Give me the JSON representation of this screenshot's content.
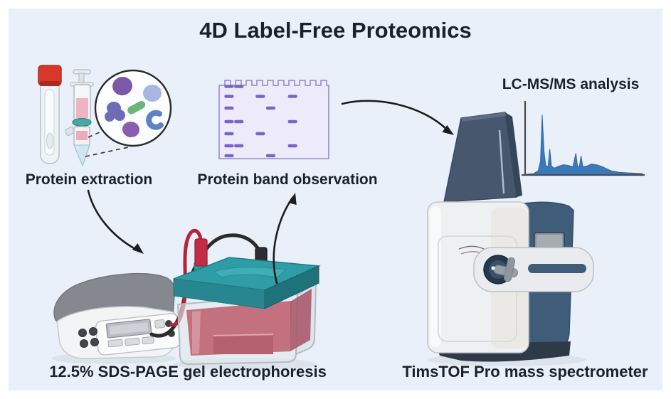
{
  "title": "4D Label-Free Proteomics",
  "labels": {
    "extraction": "Protein extraction",
    "band_observation": "Protein band observation",
    "lcms": "LC-MS/MS analysis",
    "electrophoresis": "12.5% SDS-PAGE gel electrophoresis",
    "spectrometer": "TimsTOF Pro mass spectrometer"
  },
  "colors": {
    "page": "#ffffff",
    "canvas": "#e9f0f9",
    "text": "#1b212c",
    "arrow": "#1d1d1f",
    "gel_background": "#edeaf9",
    "gel_border": "#9383d2",
    "gel_band": "#7a64c8",
    "chromatogram_fill": "#3a7abc",
    "chromatogram_axis": "#4a4a4a",
    "tank_lid": "#2f9da6",
    "tank_liquid": "#c4717f",
    "red_cable": "#b5243c",
    "black_cable": "#2b2b2f",
    "tube_cap_red": "#d8382a",
    "tower_blue": "#47586e",
    "spectrometer_panel_blue": "#3f5c78"
  },
  "illustrations": {
    "extraction": [
      "test-tube",
      "syringe-with-spin-column",
      "protein-close-up-circle"
    ],
    "band_observation": [
      "sds-page-gel-with-bands"
    ],
    "electrophoresis": [
      "power-supply",
      "gel-tank-with-electrodes"
    ],
    "analysis": [
      "chromatogram",
      "timstof-mass-spectrometer"
    ]
  },
  "gel": {
    "lanes_x_pct": [
      9,
      18,
      37.5,
      47,
      67
    ],
    "rows_y_pct": [
      1.5,
      15,
      31,
      49.5,
      66,
      82.5,
      96
    ],
    "bands": [
      [
        0,
        0
      ],
      [
        0,
        1
      ],
      [
        0,
        2
      ],
      [
        0,
        3
      ],
      [
        0,
        4
      ],
      [
        0,
        5
      ],
      [
        0,
        6
      ],
      [
        1,
        0
      ],
      [
        1,
        3
      ],
      [
        1,
        5
      ],
      [
        2,
        1
      ],
      [
        2,
        4
      ],
      [
        3,
        2
      ],
      [
        3,
        6
      ],
      [
        4,
        1
      ],
      [
        4,
        3
      ],
      [
        4,
        5
      ]
    ]
  },
  "chart_data": {
    "type": "area",
    "title": "LC-MS/MS analysis",
    "xlabel": "",
    "ylabel": "",
    "grid": false,
    "legend": false,
    "ylim": [
      0,
      100
    ],
    "x": [
      0,
      0.06,
      0.1,
      0.12,
      0.135,
      0.15,
      0.165,
      0.185,
      0.2,
      0.215,
      0.24,
      0.28,
      0.32,
      0.36,
      0.4,
      0.425,
      0.44,
      0.455,
      0.47,
      0.485,
      0.52,
      0.56,
      0.6,
      0.64,
      0.68,
      0.73,
      0.8,
      0.88,
      1.0
    ],
    "y": [
      1,
      2,
      6,
      20,
      88,
      35,
      14,
      12,
      38,
      13,
      10,
      13,
      15,
      14,
      12,
      32,
      12,
      12,
      28,
      12,
      13,
      16,
      15,
      13,
      10,
      6,
      4,
      3,
      2
    ]
  }
}
